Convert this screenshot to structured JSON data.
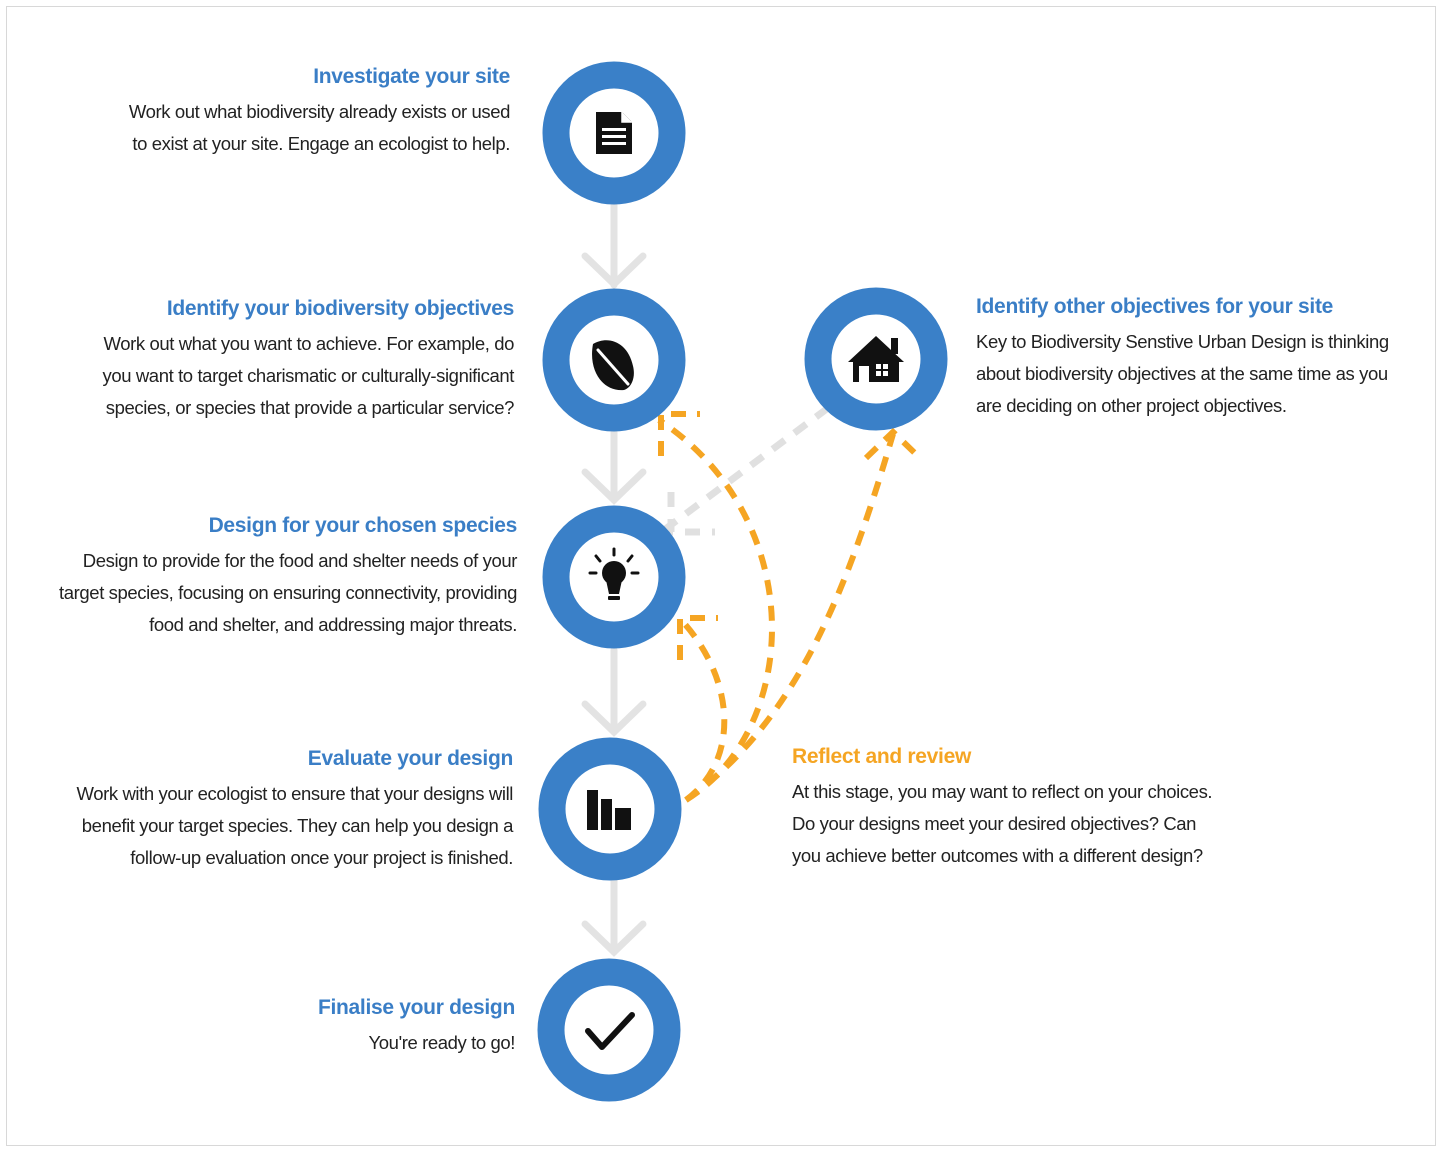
{
  "colors": {
    "ring": "#3a80c8",
    "title_blue": "#3a7ec6",
    "title_orange": "#f5a523",
    "flow_arrow": "#e3e3e3",
    "dashed_orange": "#f5a523",
    "dashed_gray": "#e0e0e0",
    "text": "#222222"
  },
  "steps": [
    {
      "title": "Investigate your site",
      "body": "Work out what biodiversity already exists or used\nto exist at your site. Engage an ecologist to help.",
      "icon": "document-icon"
    },
    {
      "title": "Identify your biodiversity objectives",
      "body": "Work out what you want to achieve. For example, do\nyou want to target charismatic or culturally-significant\nspecies, or species that provide a particular service?",
      "icon": "leaf-icon"
    },
    {
      "title": "Design for your chosen species",
      "body": "Design to provide for the food and shelter needs of your\ntarget species, focusing on ensuring connectivity, providing\nfood and shelter, and addressing major threats.",
      "icon": "lightbulb-icon"
    },
    {
      "title": "Evaluate your design",
      "body": "Work with your ecologist to ensure that your designs will\nbenefit your target species. They can help you design a\nfollow-up evaluation once your project is finished.",
      "icon": "bar-chart-icon"
    },
    {
      "title": "Finalise your design",
      "body": "You're ready to go!",
      "icon": "checkmark-icon"
    }
  ],
  "side_step": {
    "title": "Identify other objectives for your site",
    "body": "Key to Biodiversity Senstive Urban Design is thinking\nabout biodiversity objectives at the same time as you\nare deciding on other project objectives.",
    "icon": "house-icon"
  },
  "reflect": {
    "title": "Reflect and review",
    "body": "At this stage, you may want to reflect on your choices.\nDo your designs meet your desired objectives? Can\nyou achieve better outcomes with a different design?"
  }
}
